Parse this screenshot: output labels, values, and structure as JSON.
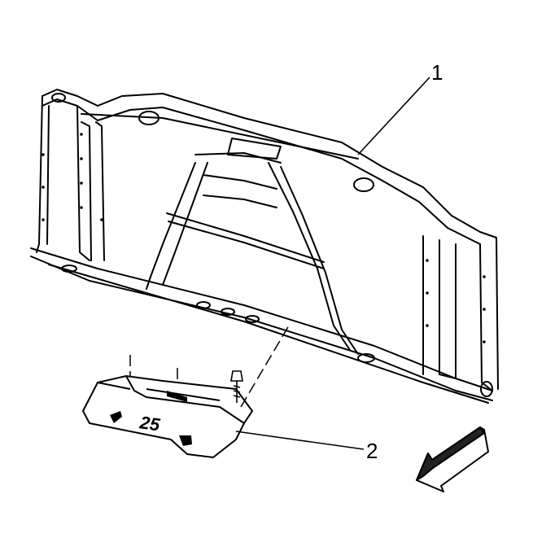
{
  "callouts": [
    {
      "id": "frame",
      "label": "1"
    },
    {
      "id": "skid-plate",
      "label": "2"
    }
  ],
  "part_stamp": "25",
  "colors": {
    "line": "#000000",
    "background": "#ffffff",
    "arrow_shade": "#222222"
  },
  "icons": {
    "direction": "front-direction-arrow-icon",
    "fastener": "bolt-icon"
  }
}
